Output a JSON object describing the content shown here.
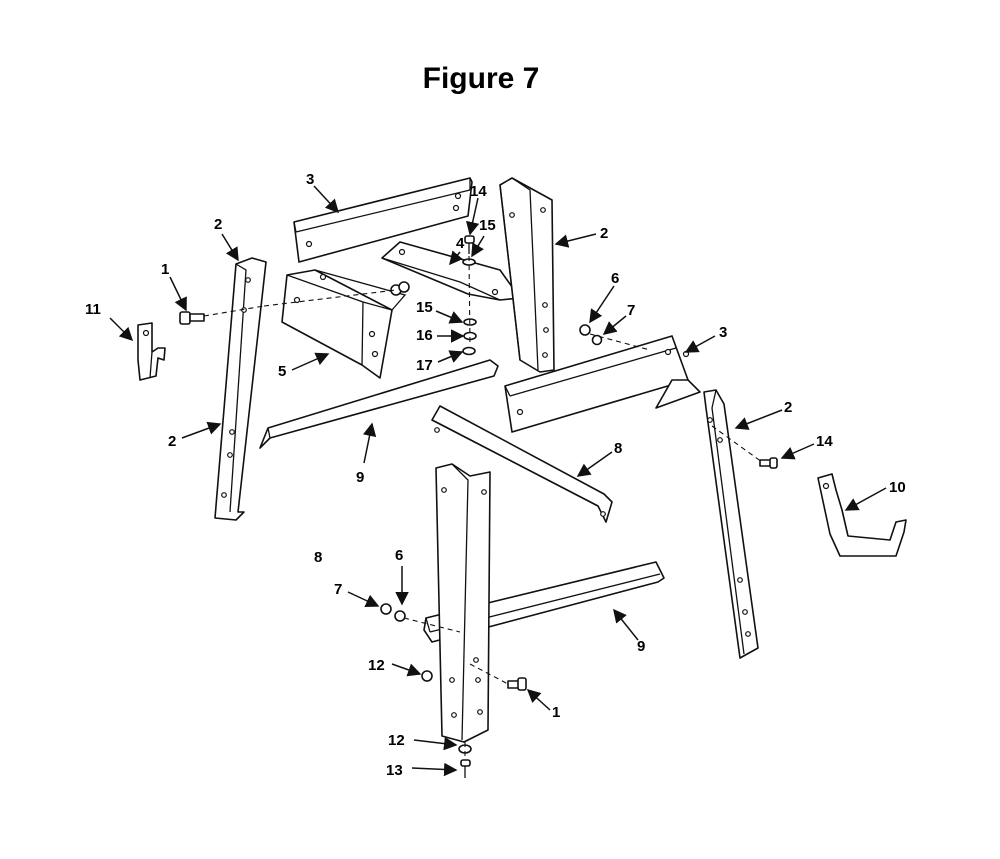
{
  "figure": {
    "title": "Figure 7"
  },
  "callouts": {
    "c1a": "1",
    "c1b": "1",
    "c2a": "2",
    "c2b": "2",
    "c2c": "2",
    "c2d": "2",
    "c3a": "3",
    "c3b": "3",
    "c4": "4",
    "c5": "5",
    "c6a": "6",
    "c6b": "6",
    "c7a": "7",
    "c7b": "7",
    "c8a": "8",
    "c8b": "8",
    "c9a": "9",
    "c9b": "9",
    "c10": "10",
    "c11": "11",
    "c12a": "12",
    "c12b": "12",
    "c13": "13",
    "c14a": "14",
    "c14b": "14",
    "c15a": "15",
    "c15b": "15",
    "c16": "16",
    "c17": "17"
  }
}
